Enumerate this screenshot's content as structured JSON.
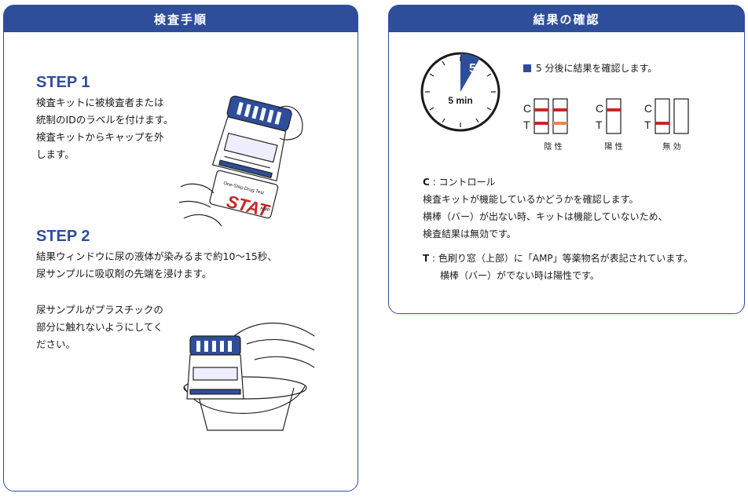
{
  "left_panel": {
    "title": "検査手順",
    "step1": {
      "heading": "STEP 1",
      "lines": [
        "検査キットに被検査者または",
        "統制のIDのラベルを付けます。",
        "検査キットからキャップを外",
        "します。"
      ]
    },
    "step2": {
      "heading": "STEP 2",
      "lines": [
        "結果ウィンドウに尿の液体が染みるまで約10～15秒、",
        "尿サンプルに吸収剤の先端を浸けます。"
      ],
      "note_lines": [
        "尿サンプルがプラスチックの",
        "部分に触れないようにしてく",
        "ださい。"
      ]
    },
    "illustration1": {
      "brand": "STAT",
      "sub": "AMP",
      "caption": "One-Step Drug Test"
    }
  },
  "right_panel": {
    "title": "結果の確認",
    "timer": {
      "number": "5",
      "label": "5 min"
    },
    "instruction": "5 分後に結果を確認します。",
    "strip_labels": {
      "c": "C",
      "t": "T"
    },
    "results": [
      "陰 性",
      "陽 性",
      "無 効"
    ],
    "c_def": {
      "key": "C",
      "sep": " : ",
      "text": "コントロール"
    },
    "c_lines": [
      "検査キットが機能しているかどうかを確認します。",
      "横棒（バー）が出ない時、キットは機能していないため、",
      "検査結果は無効です。"
    ],
    "t_def": {
      "key": "T",
      "sep": " : ",
      "text": "色刷り窓（上部）に「AMP」等薬物名が表記されています。"
    },
    "t_line2": "横棒（バー）がでない時は陽性です。",
    "colors": {
      "accent": "#2e4e9a",
      "red_line": "#c62828",
      "orange_line": "#e8874a"
    }
  }
}
